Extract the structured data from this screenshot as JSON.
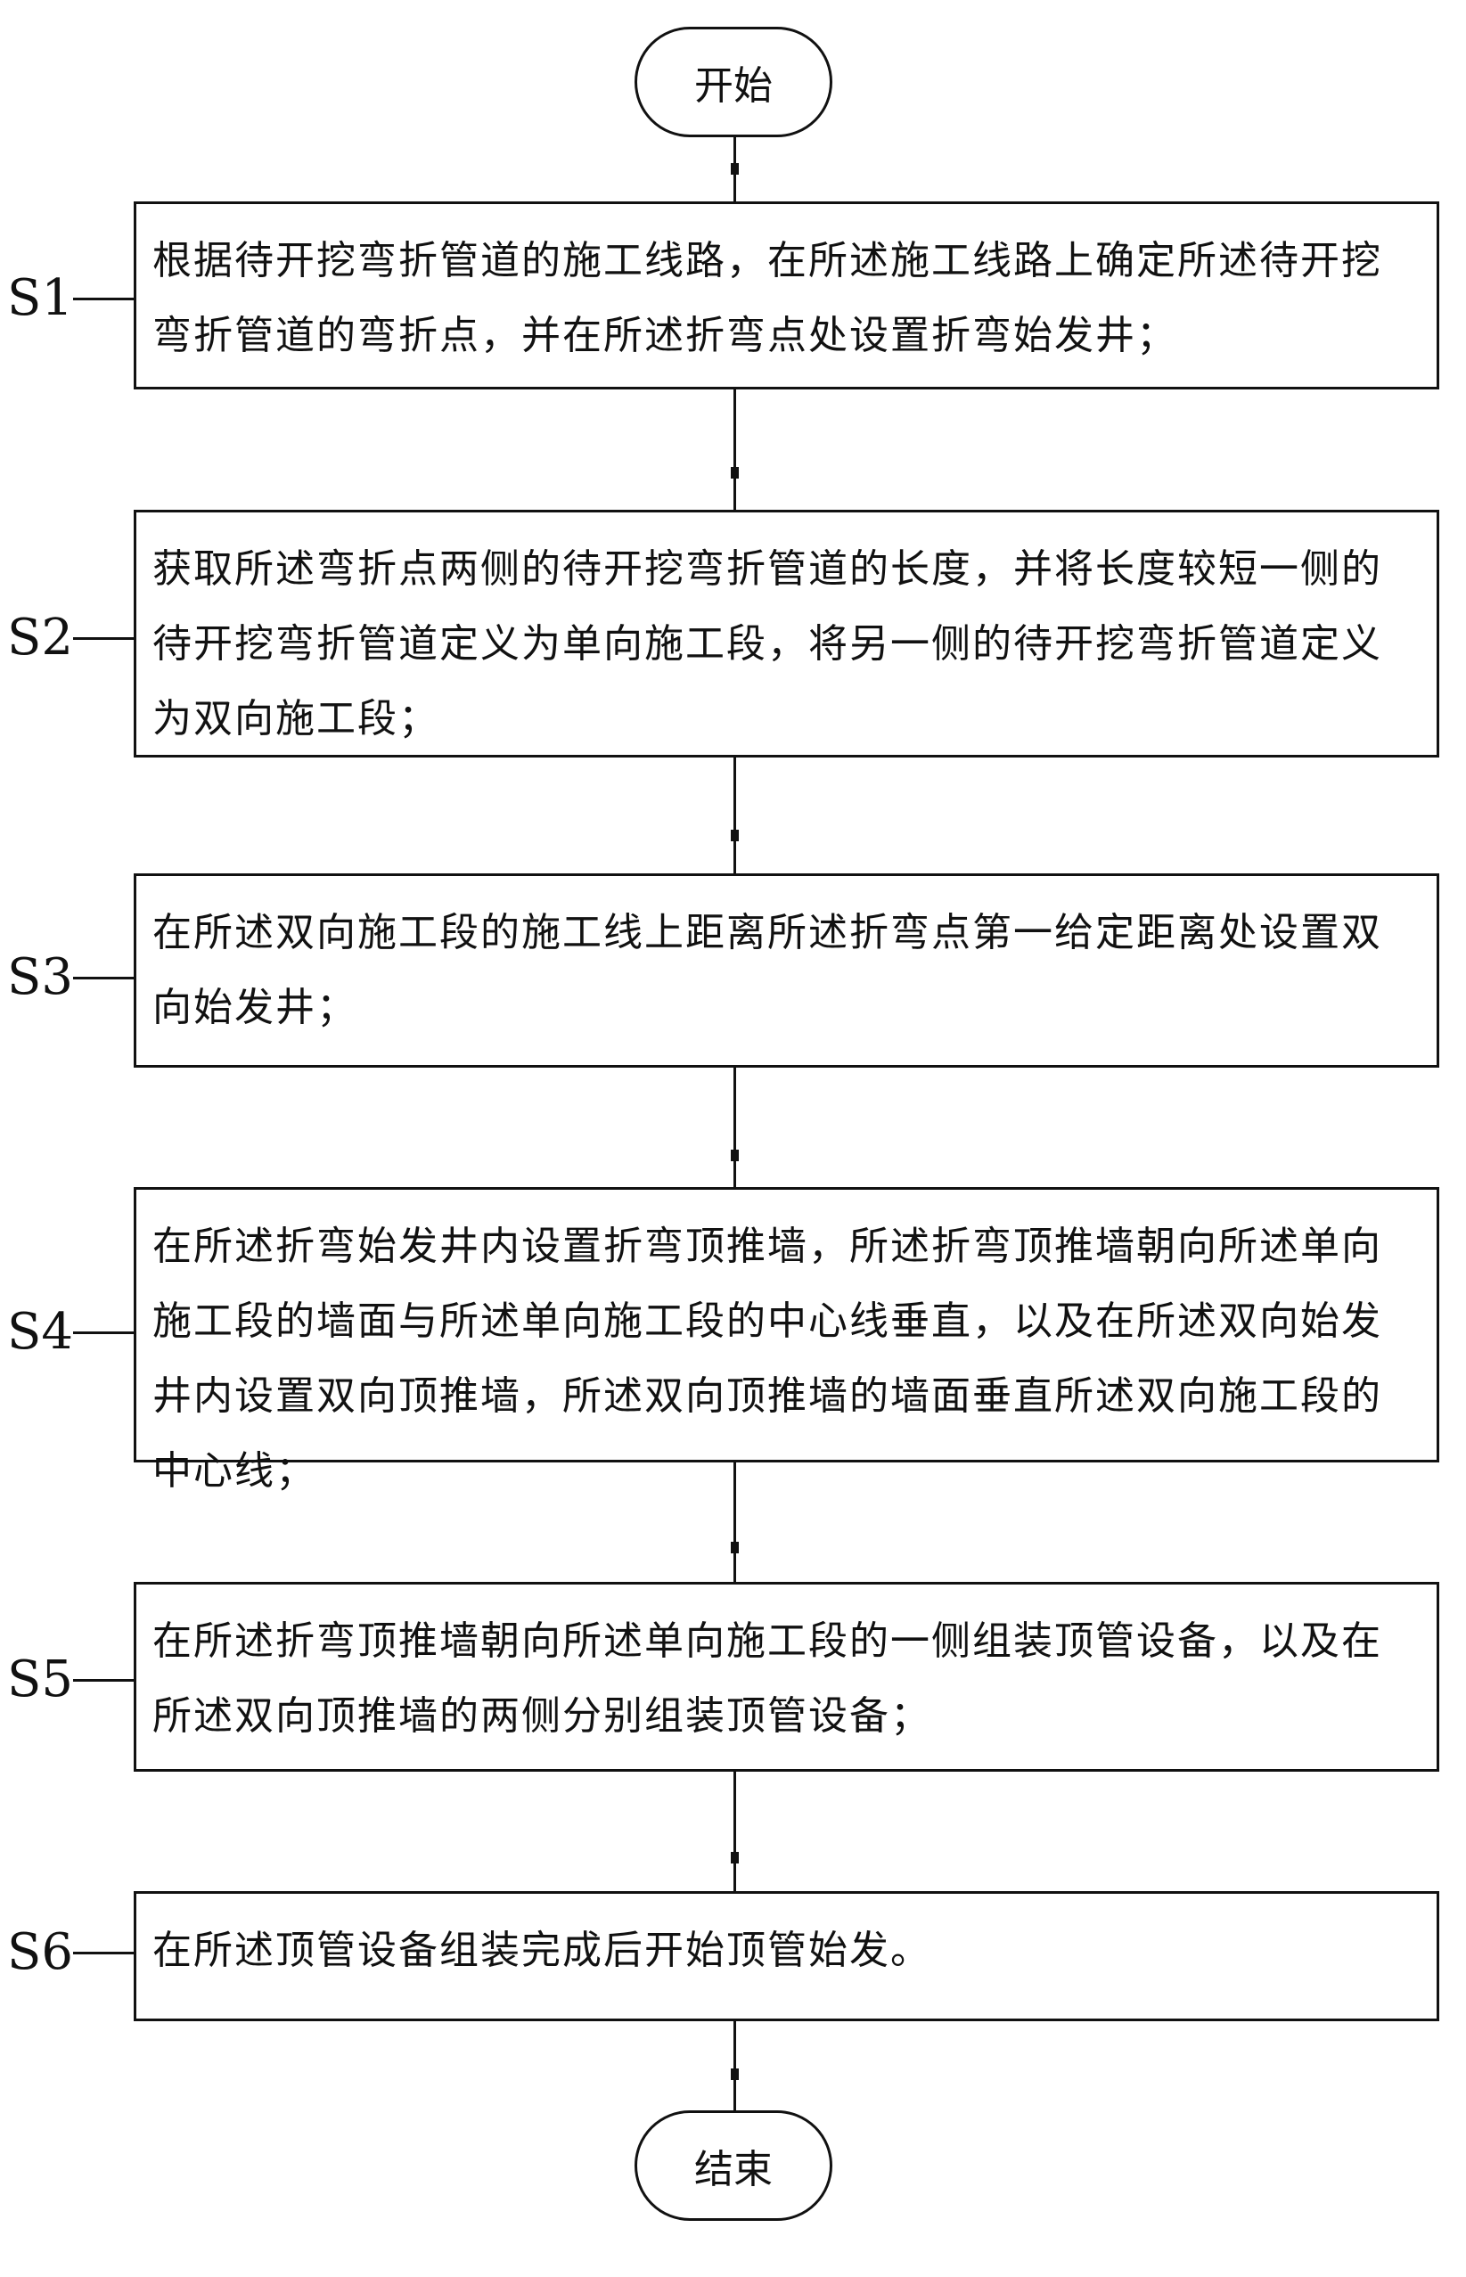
{
  "flow": {
    "start": "开始",
    "end": "结束",
    "steps": [
      {
        "label": "S1",
        "text": "根据待开挖弯折管道的施工线路，在所述施工线路上确定所述待开挖弯折管道的弯折点，并在所述折弯点处设置折弯始发井；"
      },
      {
        "label": "S2",
        "text": "获取所述弯折点两侧的待开挖弯折管道的长度，并将长度较短一侧的待开挖弯折管道定义为单向施工段，将另一侧的待开挖弯折管道定义为双向施工段；"
      },
      {
        "label": "S3",
        "text": "在所述双向施工段的施工线上距离所述折弯点第一给定距离处设置双向始发井；"
      },
      {
        "label": "S4",
        "text": "在所述折弯始发井内设置折弯顶推墙，所述折弯顶推墙朝向所述单向施工段的墙面与所述单向施工段的中心线垂直，以及在所述双向始发井内设置双向顶推墙，所述双向顶推墙的墙面垂直所述双向施工段的中心线；"
      },
      {
        "label": "S5",
        "text": "在所述折弯顶推墙朝向所述单向施工段的一侧组装顶管设备，以及在所述双向顶推墙的两侧分别组装顶管设备；"
      },
      {
        "label": "S6",
        "text": "在所述顶管设备组装完成后开始顶管始发。"
      }
    ]
  }
}
